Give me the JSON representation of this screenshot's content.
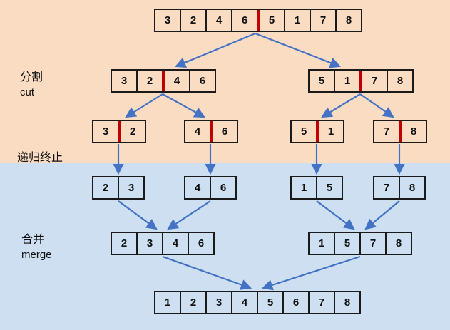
{
  "labels": {
    "cut_zh": "分割",
    "cut_en": "cut",
    "recursion_end": "递归终止",
    "merge_zh": "合并",
    "merge_en": "merge"
  },
  "colors": {
    "cut_phase_bg": "#fadcc3",
    "merge_phase_bg": "#cddff0",
    "arrow": "#4472c4",
    "divider": "#c00000",
    "box_border": "#1a1a1a"
  },
  "arrays": [
    {
      "id": "root",
      "values": [
        3,
        2,
        4,
        6,
        5,
        1,
        7,
        8
      ],
      "divider_after": 3
    },
    {
      "id": "cut-left",
      "values": [
        3,
        2,
        4,
        6
      ],
      "divider_after": 1
    },
    {
      "id": "cut-right",
      "values": [
        5,
        1,
        7,
        8
      ],
      "divider_after": 1
    },
    {
      "id": "cut-pair-1",
      "values": [
        3,
        2
      ],
      "divider_after": 0
    },
    {
      "id": "cut-pair-2",
      "values": [
        4,
        6
      ],
      "divider_after": 0
    },
    {
      "id": "cut-pair-3",
      "values": [
        5,
        1
      ],
      "divider_after": 0
    },
    {
      "id": "cut-pair-4",
      "values": [
        7,
        8
      ],
      "divider_after": 0
    },
    {
      "id": "base-pair-1",
      "values": [
        2,
        3
      ],
      "divider_after": null
    },
    {
      "id": "base-pair-2",
      "values": [
        4,
        6
      ],
      "divider_after": null
    },
    {
      "id": "base-pair-3",
      "values": [
        1,
        5
      ],
      "divider_after": null
    },
    {
      "id": "base-pair-4",
      "values": [
        7,
        8
      ],
      "divider_after": null
    },
    {
      "id": "merge-left",
      "values": [
        2,
        3,
        4,
        6
      ],
      "divider_after": null
    },
    {
      "id": "merge-right",
      "values": [
        1,
        5,
        7,
        8
      ],
      "divider_after": null
    },
    {
      "id": "final",
      "values": [
        1,
        2,
        3,
        4,
        5,
        6,
        7,
        8
      ],
      "divider_after": null
    }
  ]
}
